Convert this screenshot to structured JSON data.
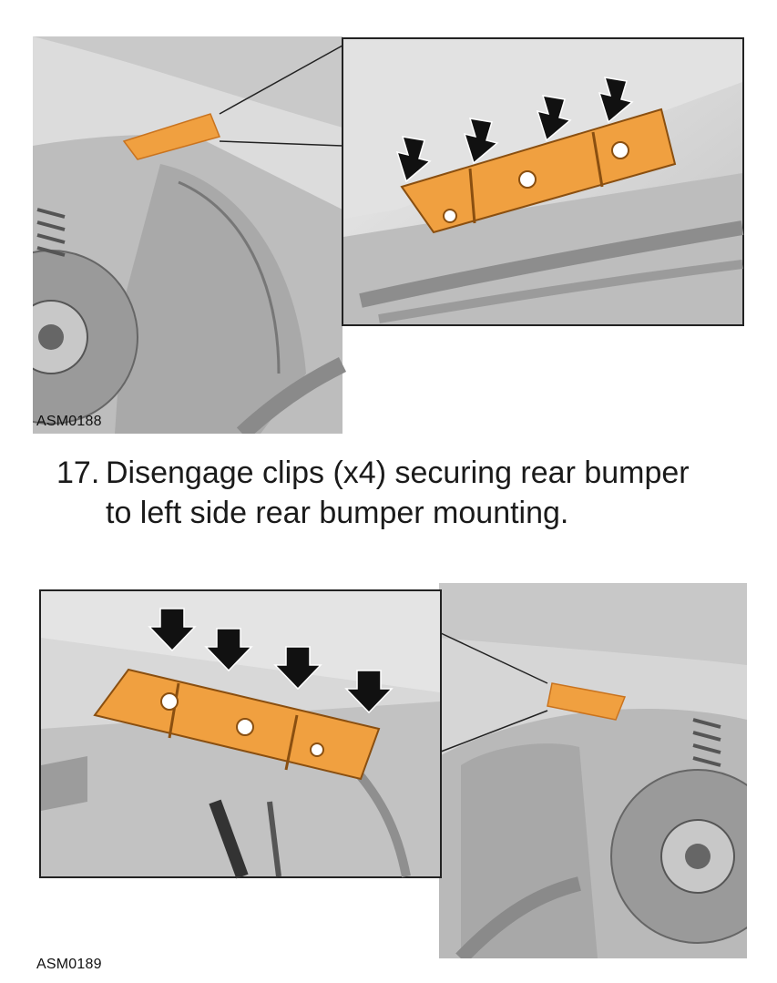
{
  "figures": [
    {
      "id": "ASM0188"
    },
    {
      "id": "ASM0189"
    }
  ],
  "step": {
    "number": "17.",
    "line1": "Disengage clips (x4) securing rear bumper",
    "line2": "to left side rear bumper mounting."
  },
  "colors": {
    "highlight": "#f0a040",
    "highlight_dark": "#c9731e",
    "arrow": "#111111",
    "line": "#222222"
  }
}
